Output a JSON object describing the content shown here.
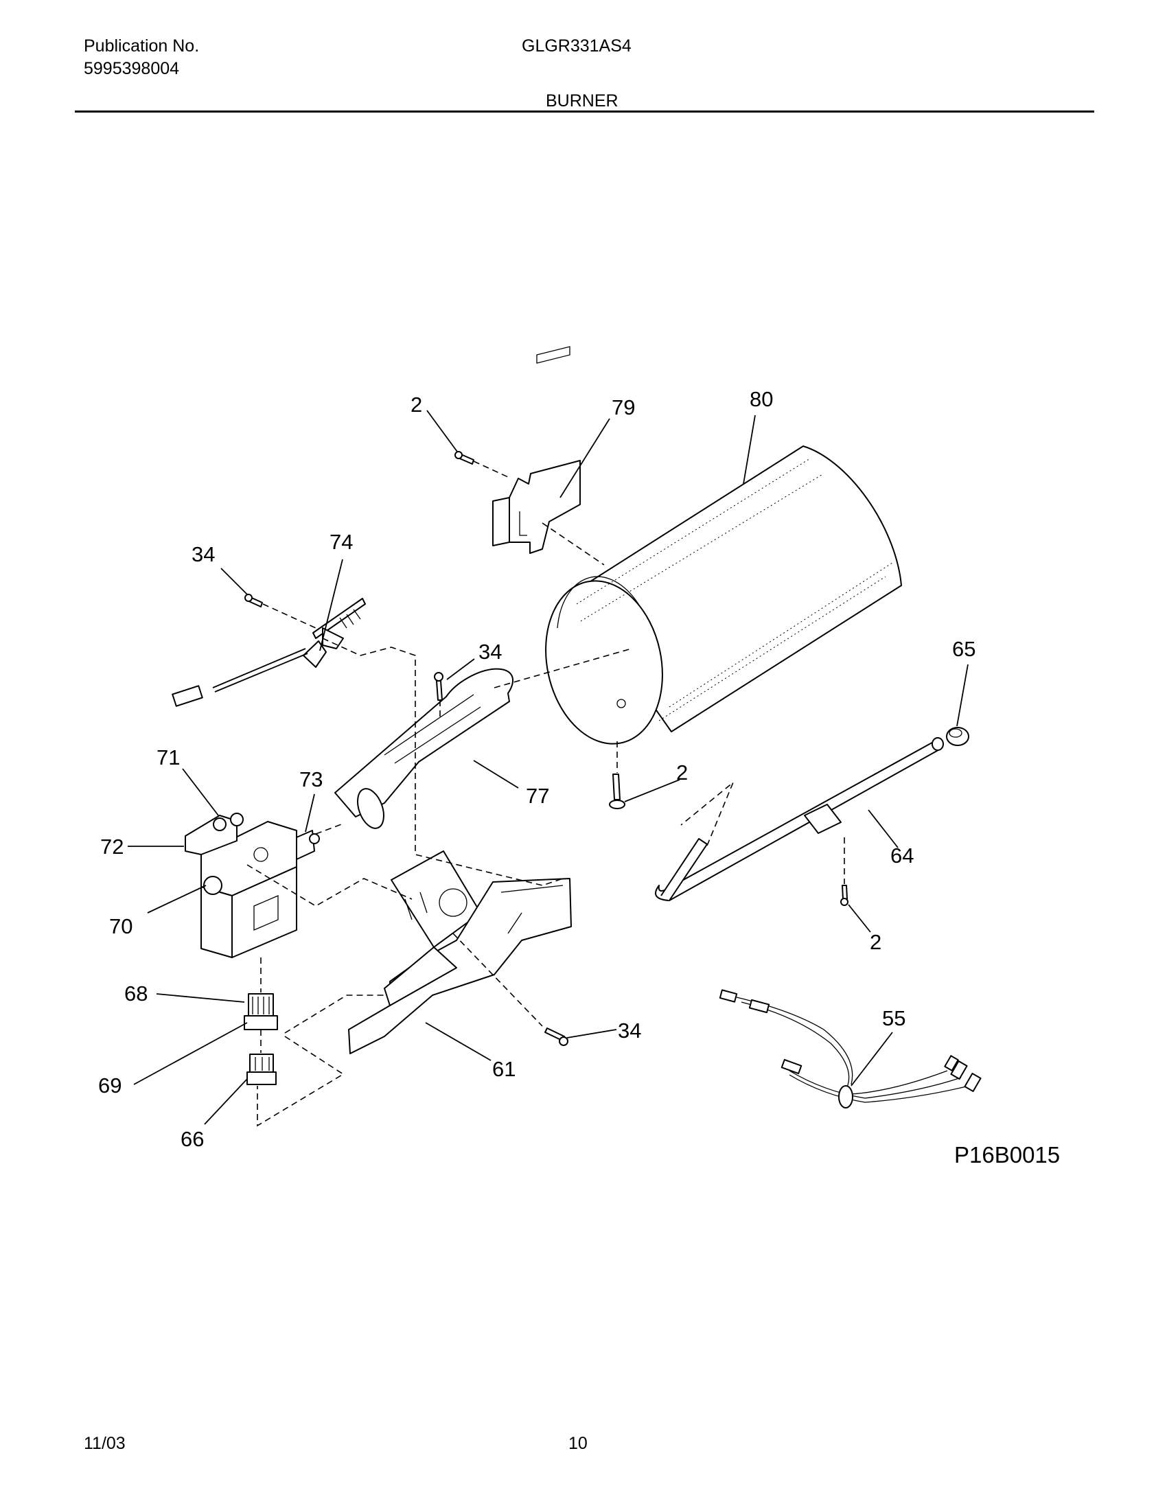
{
  "header": {
    "publication_label": "Publication No.",
    "publication_number": "5995398004",
    "model": "GLGR331AS4",
    "section_title": "BURNER"
  },
  "diagram": {
    "callouts": {
      "c2_top": "2",
      "c79": "79",
      "c80": "80",
      "c34_left": "34",
      "c74": "74",
      "c34_mid": "34",
      "c65": "65",
      "c71": "71",
      "c73": "73",
      "c2_mid": "2",
      "c77": "77",
      "c72": "72",
      "c64": "64",
      "c70": "70",
      "c2_right": "2",
      "c68": "68",
      "c55": "55",
      "c34_bottom": "34",
      "c69": "69",
      "c61": "61",
      "c66": "66"
    },
    "drawing_code": "P16B0015"
  },
  "footer": {
    "date": "11/03",
    "page_number": "10"
  }
}
